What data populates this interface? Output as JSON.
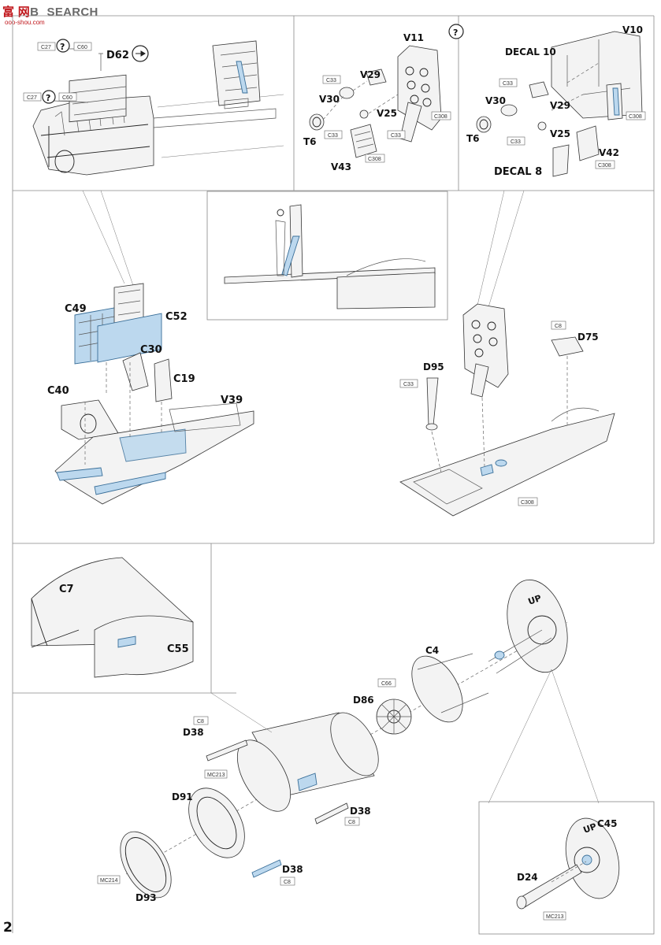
{
  "watermark": {
    "brand_red": "富",
    "brand_red_mid": "网",
    "brand_grey": "SEARCH",
    "brand_prefix": "B",
    "site": "ooo-shou.com"
  },
  "page_number": "2",
  "step1": {
    "left_box": {
      "d62": "D62",
      "c27a": "C27",
      "c60a": "C60",
      "c27b": "C27",
      "c60b": "C60",
      "question": "?"
    },
    "center_box": {
      "v11": "V11",
      "v29": "V29",
      "v30": "V30",
      "v25": "V25",
      "t6": "T6",
      "v43": "V43",
      "c33a": "C33",
      "c33b": "C33",
      "c33c": "C33",
      "c308a": "C308",
      "c308b": "C308"
    },
    "right_box": {
      "v10": "V10",
      "decal10": "DECAL 10",
      "v30": "V30",
      "v29": "V29",
      "v25": "V25",
      "t6": "T6",
      "v42": "V42",
      "decal8": "DECAL 8",
      "c33a": "C33",
      "c33b": "C33",
      "c308a": "C308",
      "c308b": "C308",
      "question": "?"
    },
    "assembly_left": {
      "c49": "C49",
      "c52": "C52",
      "c30": "C30",
      "c19": "C19",
      "c40": "C40",
      "v39": "V39"
    },
    "assembly_right": {
      "d75": "D75",
      "c8": "C8",
      "d95": "D95",
      "c33": "C33",
      "c308": "C308"
    }
  },
  "step2": {
    "c7": "C7",
    "c55": "C55",
    "c4": "C4",
    "c66": "C66",
    "d86": "D86",
    "d38a": "D38",
    "c8a": "C8",
    "mc213a": "MC213",
    "d91": "D91",
    "d38b": "D38",
    "c8b": "C8",
    "d93": "D93",
    "mc214": "MC214",
    "d38c": "D38",
    "c8c": "C8",
    "up_a": "UP",
    "c45": "C45",
    "up_b": "UP",
    "d24": "D24",
    "mc213b": "MC213"
  },
  "colors": {
    "pe_fill": "#bcd8ee",
    "pe_stroke": "#3a6f99",
    "watermark_red": "#c0161b"
  }
}
